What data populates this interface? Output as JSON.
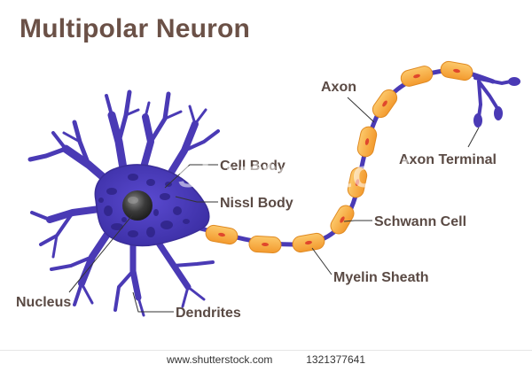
{
  "title": "Multipolar Neuron",
  "labels": {
    "axon": "Axon",
    "axon_terminal": "Axon Terminal",
    "cell_body": "Cell Body",
    "nissl_body": "Nissl Body",
    "schwann_cell": "Schwann Cell",
    "myelin_sheath": "Myelin Sheath",
    "nucleus": "Nucleus",
    "dendrites": "Dendrites"
  },
  "watermark": "shutterstock",
  "footer": {
    "site": "www.shutterstock.com",
    "image_id": "1321377641"
  },
  "colors": {
    "title": "#6b5147",
    "label_text": "#5a4a44",
    "cell_body": "#4a3ab5",
    "cell_body_dark": "#2f2488",
    "axon": "#4a3ab5",
    "schwann_fill": "#f7a63a",
    "schwann_light": "#fbc565",
    "schwann_nucleus": "#e0472c",
    "nucleus": "#3a3a3a",
    "leader_line": "#333333"
  }
}
